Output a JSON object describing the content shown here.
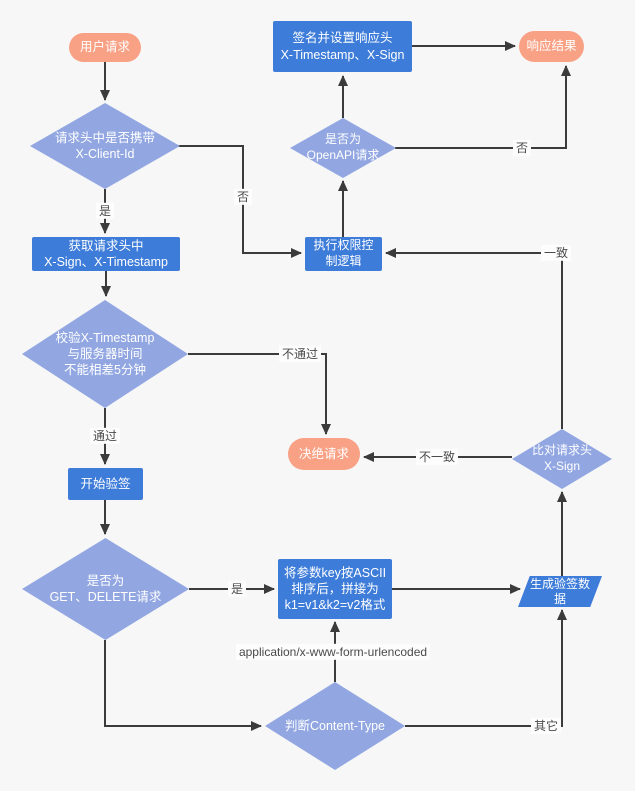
{
  "colors": {
    "bg": "#f7f7f8",
    "line": "#3b3b3b",
    "terminal": "#f9a185",
    "process": "#3e7cd9",
    "decision": "#92a7e2",
    "node_text": "#ffffff",
    "edge_label_text": "#4a4a4a"
  },
  "nodes": {
    "user_request": {
      "label": "用户请求",
      "shape": "terminal"
    },
    "check_client_id": {
      "label": "请求头中是否携带\nX-Client-Id",
      "shape": "decision"
    },
    "get_headers": {
      "label": "获取请求头中\nX-Sign、X-Timestamp",
      "shape": "process"
    },
    "check_timestamp": {
      "label": "校验X-Timestamp\n与服务器时间\n不能相差5分钟",
      "shape": "decision"
    },
    "start_verify": {
      "label": "开始验签",
      "shape": "process"
    },
    "check_method": {
      "label": "是否为\nGET、DELETE请求",
      "shape": "decision"
    },
    "sort_params": {
      "label": "将参数key按ASCII\n排序后，拼接为\nk1=v1&k2=v2格式",
      "shape": "process"
    },
    "check_content_type": {
      "label": "判断Content-Type",
      "shape": "decision"
    },
    "gen_sign_data": {
      "label": "生成验签数\n据",
      "shape": "data"
    },
    "compare_sign": {
      "label": "比对请求头\nX-Sign",
      "shape": "decision"
    },
    "reject_request": {
      "label": "决绝请求",
      "shape": "terminal"
    },
    "perm_control": {
      "label": "执行权限控\n制逻辑",
      "shape": "process"
    },
    "check_openapi": {
      "label": "是否为\nOpenAPI请求",
      "shape": "decision"
    },
    "sign_response": {
      "label": "签名并设置响应头\nX-Timestamp、X-Sign",
      "shape": "process"
    },
    "response_result": {
      "label": "响应结果",
      "shape": "terminal"
    }
  },
  "edge_labels": {
    "yes_client_id": "是",
    "no_client_id": "否",
    "pass": "通过",
    "fail": "不通过",
    "yes_get_delete": "是",
    "content_type_form": "application/x-www-form-urlencoded",
    "content_type_other": "其它",
    "sign_mismatch": "不一致",
    "sign_match": "一致",
    "no_openapi": "否"
  }
}
